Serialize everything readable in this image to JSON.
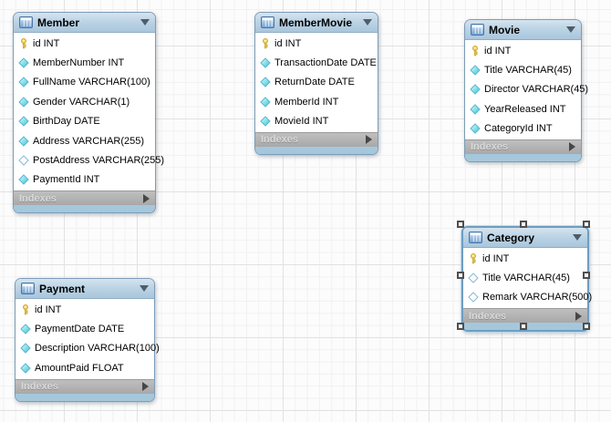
{
  "colors": {
    "header_blue": "#a9c6dc",
    "bottom_strip_blue": "#a5c7dc",
    "indexes_gray": "#b0b0b0",
    "primary_key_yellow": "#e9c93e",
    "column_diamond_cyan": "#49c8d4",
    "grid_major": "#e2e2e2",
    "grid_minor": "#f1f1f1"
  },
  "tables": [
    {
      "name": "Member",
      "footer_label": "Indexes",
      "selected": false,
      "fields": [
        {
          "icon": "key",
          "label": "id INT"
        },
        {
          "icon": "diamond",
          "label": "MemberNumber INT"
        },
        {
          "icon": "diamond",
          "label": "FullName VARCHAR(100)"
        },
        {
          "icon": "diamond",
          "label": "Gender VARCHAR(1)"
        },
        {
          "icon": "diamond",
          "label": "BirthDay DATE"
        },
        {
          "icon": "diamond",
          "label": "Address VARCHAR(255)"
        },
        {
          "icon": "diamond-outline",
          "label": "PostAddress VARCHAR(255)"
        },
        {
          "icon": "diamond",
          "label": "PaymentId INT"
        }
      ]
    },
    {
      "name": "MemberMovie",
      "footer_label": "Indexes",
      "selected": false,
      "fields": [
        {
          "icon": "key",
          "label": "id INT"
        },
        {
          "icon": "diamond",
          "label": "TransactionDate DATE"
        },
        {
          "icon": "diamond",
          "label": "ReturnDate DATE"
        },
        {
          "icon": "diamond",
          "label": "MemberId INT"
        },
        {
          "icon": "diamond",
          "label": "MovieId INT"
        }
      ]
    },
    {
      "name": "Movie",
      "footer_label": "Indexes",
      "selected": false,
      "fields": [
        {
          "icon": "key",
          "label": "id INT"
        },
        {
          "icon": "diamond",
          "label": "Title VARCHAR(45)"
        },
        {
          "icon": "diamond",
          "label": "Director VARCHAR(45)"
        },
        {
          "icon": "diamond",
          "label": "YearReleased INT"
        },
        {
          "icon": "diamond",
          "label": "CategoryId INT"
        }
      ]
    },
    {
      "name": "Category",
      "footer_label": "Indexes",
      "selected": true,
      "fields": [
        {
          "icon": "key",
          "label": "id INT"
        },
        {
          "icon": "diamond-outline",
          "label": "Title VARCHAR(45)"
        },
        {
          "icon": "diamond-outline",
          "label": "Remark VARCHAR(500)"
        }
      ]
    },
    {
      "name": "Payment",
      "footer_label": "Indexes",
      "selected": false,
      "fields": [
        {
          "icon": "key",
          "label": "id INT"
        },
        {
          "icon": "diamond",
          "label": "PaymentDate DATE"
        },
        {
          "icon": "diamond",
          "label": "Description VARCHAR(100)"
        },
        {
          "icon": "diamond",
          "label": "AmountPaid FLOAT"
        }
      ]
    }
  ]
}
